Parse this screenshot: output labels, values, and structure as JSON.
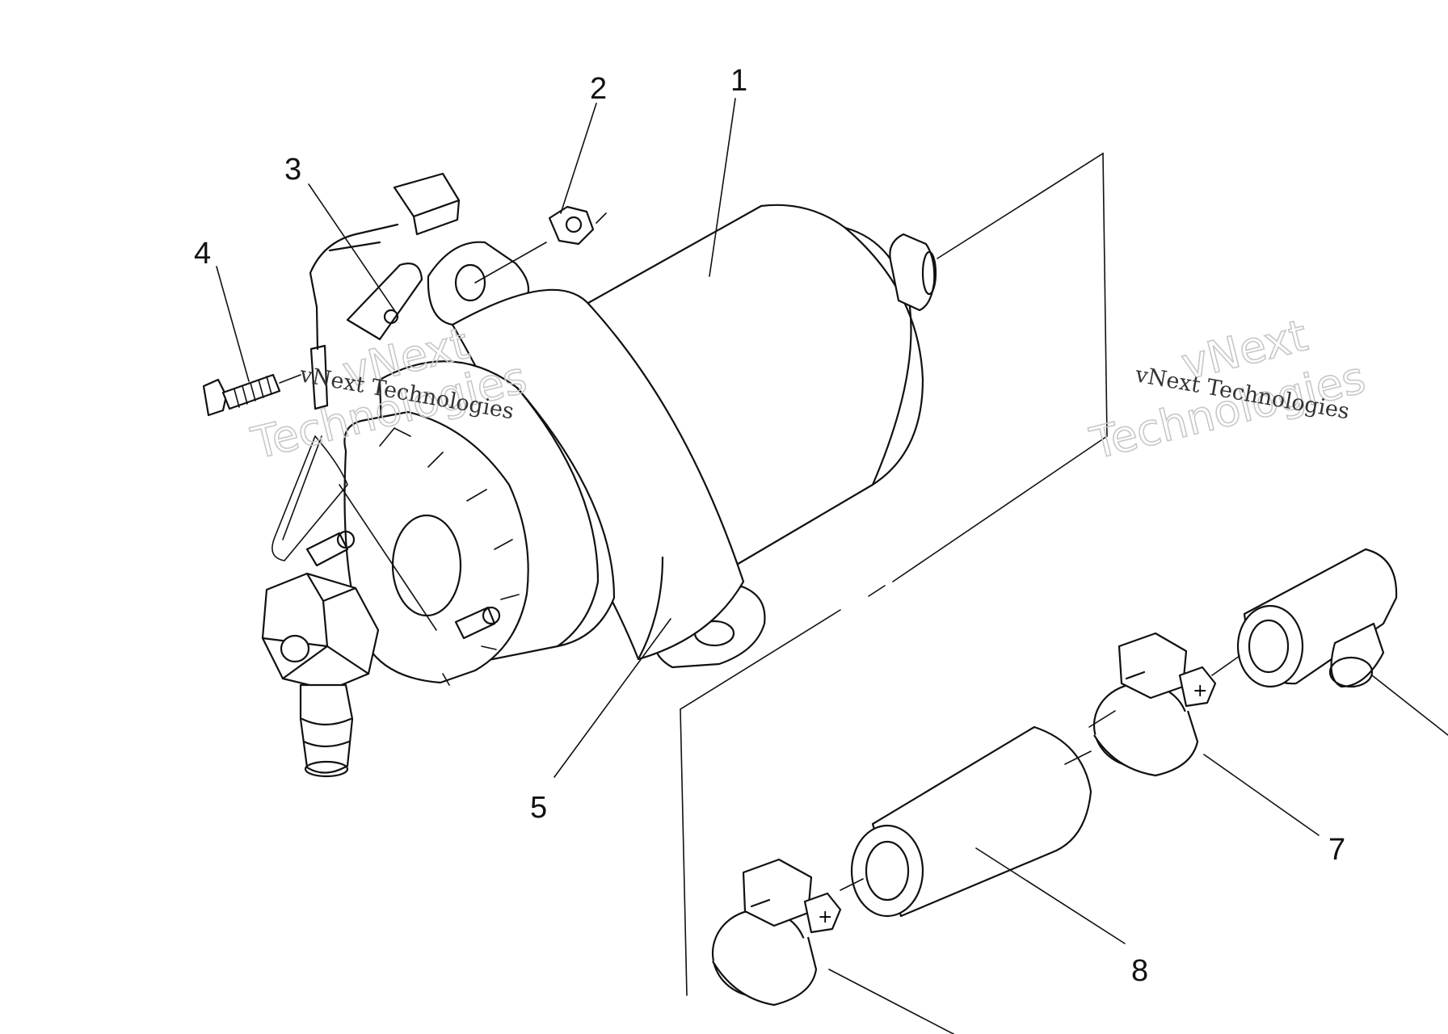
{
  "callouts": [
    {
      "id": "1",
      "label": "1"
    },
    {
      "id": "2",
      "label": "2"
    },
    {
      "id": "3",
      "label": "3"
    },
    {
      "id": "4",
      "label": "4"
    },
    {
      "id": "5",
      "label": "5"
    },
    {
      "id": "7",
      "label": "7"
    },
    {
      "id": "8",
      "label": "8"
    }
  ],
  "watermarks": [
    {
      "line1": "vNext Technologies",
      "line2a": "vNext",
      "line2b": "Technologies"
    },
    {
      "line1": "vNext Technologies",
      "line2a": "vNext",
      "line2b": "Technologies"
    }
  ],
  "colors": {
    "ink": "#111111",
    "paper": "#ffffff",
    "watermark": "#c8c8c8"
  }
}
